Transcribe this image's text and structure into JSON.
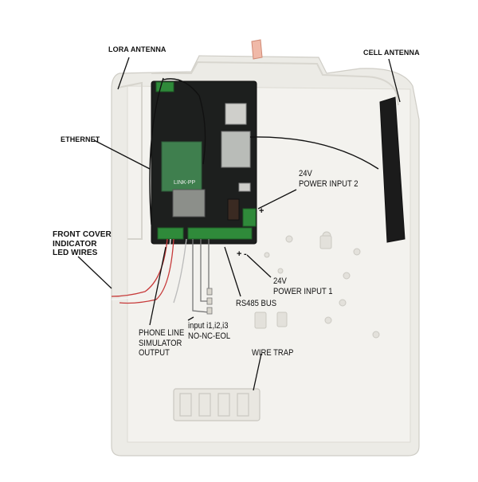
{
  "labels": {
    "lora_antenna": "LORA ANTENNA",
    "cell_antenna": "CELL ANTENNA",
    "ethernet": "ETHERNET",
    "power_input_2": [
      "24V",
      "POWER INPUT 2"
    ],
    "front_cover_led": [
      "FRONT COVER",
      "INDICATOR",
      "LED WIRES"
    ],
    "power_input_1": [
      "24V",
      "POWER INPUT 1"
    ],
    "rs485_bus": "RS485 BUS",
    "phone_line": [
      "PHONE LINE",
      "SIMULATOR",
      "OUTPUT"
    ],
    "inputs": [
      "input i1,i2,i3",
      "NO-NC-EOL"
    ],
    "wire_trap": "WIRE TRAP"
  },
  "board_text": {
    "chip_label": "LINK-PP",
    "plus_sign": "+",
    "minus_sign": "-"
  },
  "colors": {
    "enclosure": "#ecebe6",
    "pcb": "#1d1f1e",
    "terminal": "#2f8a3a",
    "ethernet_module": "#3f7f4e",
    "wire_red": "#c73a3a"
  }
}
